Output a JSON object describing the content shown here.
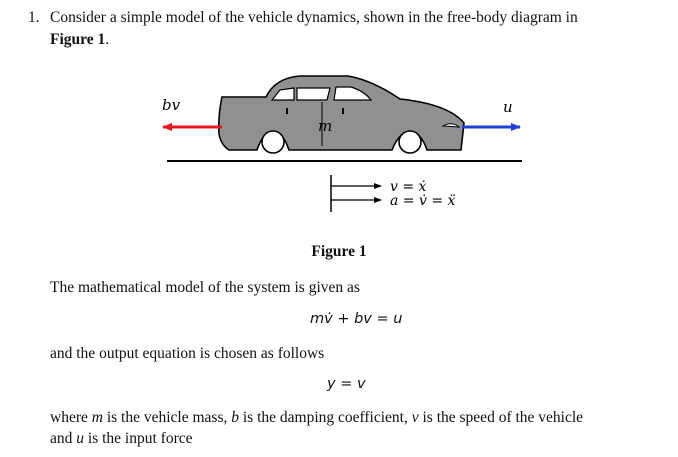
{
  "question": {
    "number": "1.",
    "text": "Consider a simple model of the vehicle dynamics, shown in the free-body diagram in",
    "figure_ref": "Figure 1",
    "figure_ref_end": "."
  },
  "diagram": {
    "damping_force_label": "bv",
    "input_force_label": "u",
    "mass_label": "m",
    "velocity_label": "v = ẋ",
    "acceleration_label": "a = v̇ = ẍ",
    "colors": {
      "damping_arrow": "#e8141e",
      "input_arrow": "#1f3fd9",
      "car_body": "#909090"
    }
  },
  "figure_caption": "Figure 1",
  "text": {
    "model_intro": "The mathematical model of the system is given as",
    "model_equation": "mv̇ + bv = u",
    "output_intro": "and the output equation is chosen as follows",
    "output_equation": "y = v",
    "where_parts": [
      "where ",
      "m",
      " is the vehicle mass, ",
      "b",
      " is the damping coefficient, ",
      "v",
      " is the speed of the vehicle"
    ],
    "and_parts": [
      "and ",
      "u",
      " is the input force"
    ]
  }
}
